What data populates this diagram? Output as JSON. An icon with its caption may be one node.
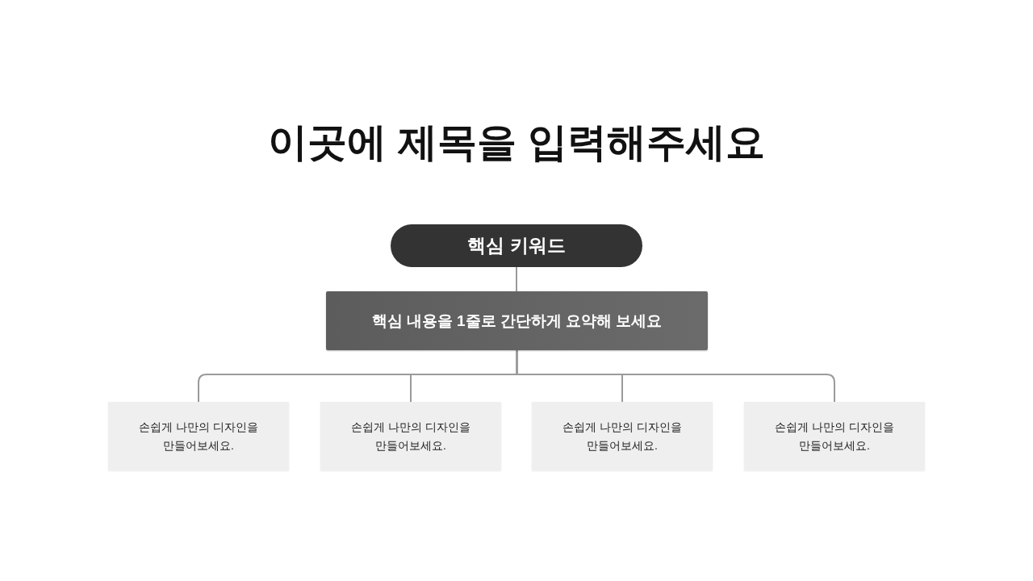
{
  "diagram": {
    "title": "이곳에 제목을 입력해주세요",
    "nodes": [
      {
        "text": [
          "핵심 키워드"
        ]
      },
      {
        "text": [
          "핵심 내용을 1줄로 간단하게 요약해 보세요"
        ]
      },
      {
        "text": [
          "손쉽게 나만의 디자인을 만들어보세요."
        ]
      },
      {
        "text": [
          "손쉽게 나만의 디자인을 만들어보세요."
        ]
      },
      {
        "text": [
          "손쉽게 나만의 디자인을 만들어보세요."
        ]
      },
      {
        "text": [
          "손쉽게 나만의 디자인을 만들어보세요."
        ]
      }
    ],
    "edges": [
      {
        "from": 0,
        "to": 1,
        "arrow": "none"
      },
      {
        "from": 1,
        "to": 2,
        "arrow": "none"
      },
      {
        "from": 1,
        "to": 3,
        "arrow": "none"
      },
      {
        "from": 1,
        "to": 4,
        "arrow": "none"
      },
      {
        "from": 1,
        "to": 5,
        "arrow": "none"
      }
    ]
  }
}
